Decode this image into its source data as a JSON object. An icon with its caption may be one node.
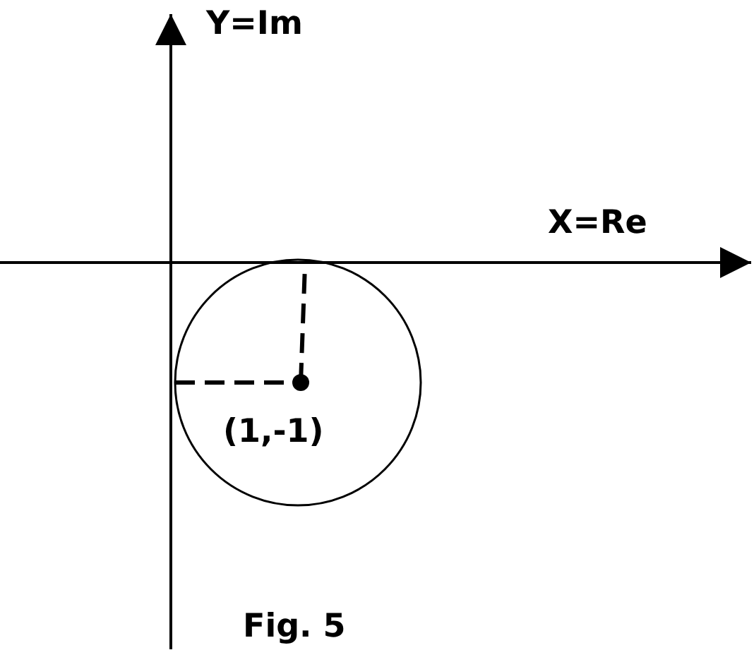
{
  "diagram": {
    "caption": "Fig. 5",
    "labels": [
      "Y=Im",
      "X=Re",
      "(1,-1)"
    ]
  }
}
